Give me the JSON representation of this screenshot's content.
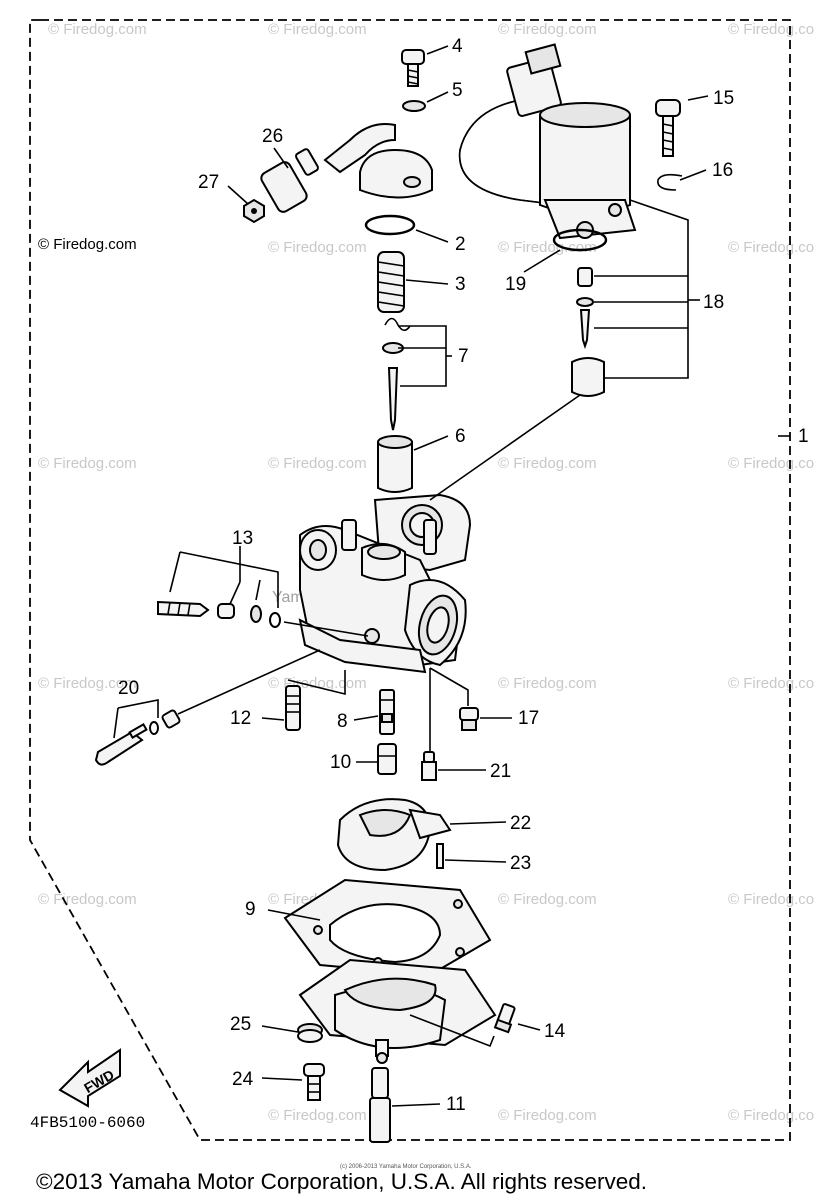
{
  "watermark": "© Firedog.com",
  "watermark_short": "© Firedog.co",
  "corner_watermark": "© Firedog.com",
  "center_mark": "Yamaha Motor Co., U.S.A.",
  "fwd_label": "FWD",
  "diagram_code": "4FB5100-6060",
  "copyright": "©2013 Yamaha Motor Corporation, U.S.A. All rights reserved.",
  "fine_print": "(c) 2006-2013 Yamaha Motor Corporation, U.S.A.",
  "callouts": [
    {
      "id": "1",
      "label": "1"
    },
    {
      "id": "2",
      "label": "2"
    },
    {
      "id": "3",
      "label": "3"
    },
    {
      "id": "4",
      "label": "4"
    },
    {
      "id": "5",
      "label": "5"
    },
    {
      "id": "6",
      "label": "6"
    },
    {
      "id": "7",
      "label": "7"
    },
    {
      "id": "8",
      "label": "8"
    },
    {
      "id": "9",
      "label": "9"
    },
    {
      "id": "10",
      "label": "10"
    },
    {
      "id": "11",
      "label": "11"
    },
    {
      "id": "12",
      "label": "12"
    },
    {
      "id": "13",
      "label": "13"
    },
    {
      "id": "14",
      "label": "14"
    },
    {
      "id": "15",
      "label": "15"
    },
    {
      "id": "16",
      "label": "16"
    },
    {
      "id": "17",
      "label": "17"
    },
    {
      "id": "18",
      "label": "18"
    },
    {
      "id": "19",
      "label": "19"
    },
    {
      "id": "20",
      "label": "20"
    },
    {
      "id": "21",
      "label": "21"
    },
    {
      "id": "22",
      "label": "22"
    },
    {
      "id": "23",
      "label": "23"
    },
    {
      "id": "24",
      "label": "24"
    },
    {
      "id": "25",
      "label": "25"
    },
    {
      "id": "26",
      "label": "26"
    },
    {
      "id": "27",
      "label": "27"
    }
  ]
}
